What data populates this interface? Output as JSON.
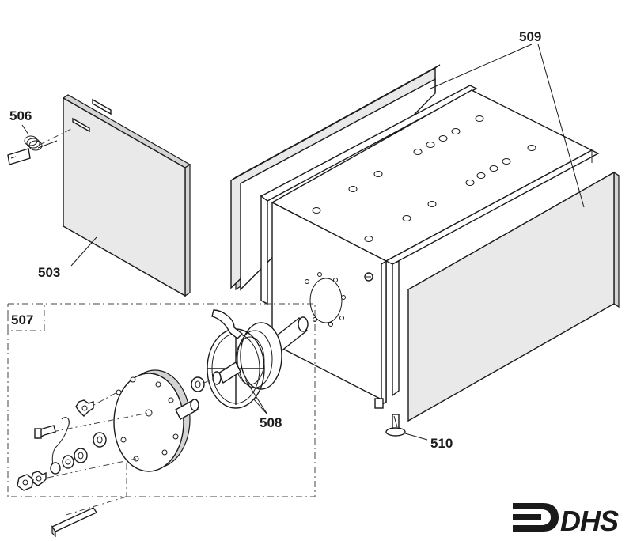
{
  "labels": {
    "p506": "506",
    "p503": "503",
    "p507": "507",
    "p509": "509",
    "p508": "508",
    "p510": "510"
  },
  "logo": {
    "text": "DHS"
  },
  "colors": {
    "ink": "#1a1a1a",
    "panel_fill": "#e9e9e9",
    "background": "#ffffff"
  }
}
